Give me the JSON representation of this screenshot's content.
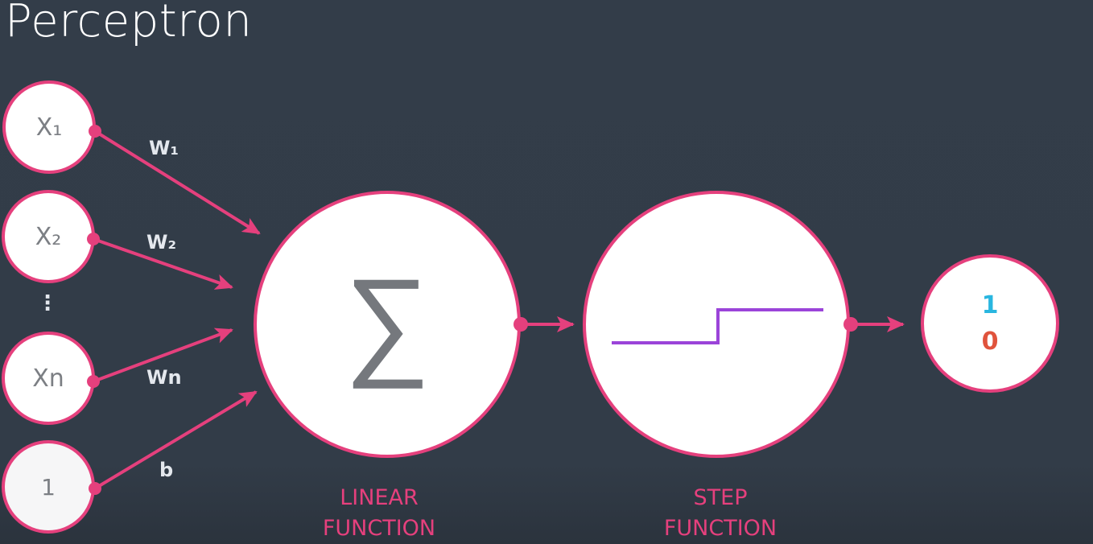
{
  "title": "Perceptron",
  "colors": {
    "background": "#333d49",
    "accent_pink": "#e5407d",
    "node_fill": "#ffffff",
    "node_text": "#7c7f84",
    "weight_text": "#e4e8ee",
    "step_purple": "#9b44d9",
    "output_one": "#29b6e0",
    "output_zero": "#e0533c"
  },
  "inputs": [
    {
      "label": "X₁",
      "weight": "W₁"
    },
    {
      "label": "X₂",
      "weight": "W₂"
    },
    {
      "label": "Xn",
      "weight": "Wn"
    },
    {
      "label": "1",
      "weight": "b"
    }
  ],
  "ellipsis": "⋮",
  "linear_node": {
    "symbol": "∑",
    "caption_line1": "LINEAR",
    "caption_line2": "FUNCTION"
  },
  "step_node": {
    "caption_line1": "STEP",
    "caption_line2": "FUNCTION"
  },
  "output_node": {
    "value_one": "1",
    "value_zero": "0"
  }
}
